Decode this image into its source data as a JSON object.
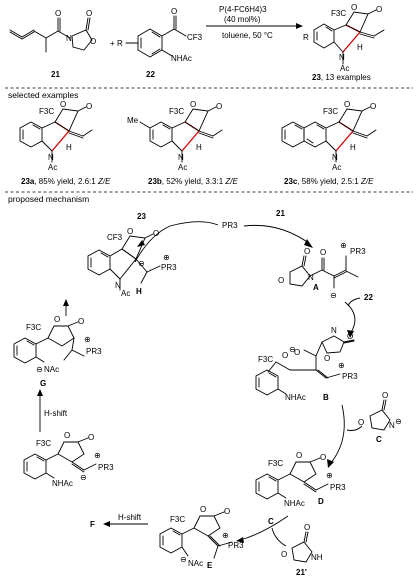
{
  "reaction": {
    "reagent1": "21",
    "reagent2": "22",
    "product": "23",
    "catalyst": "P(4-FC6H4)3",
    "loading": "(40 mol%)",
    "conditions": "toluene, 50 °C",
    "scope": ", 13 examples"
  },
  "sections": {
    "selected": "selected examples",
    "mechanism": "proposed mechanism"
  },
  "examples": [
    {
      "id": "23a",
      "text": ", 85% yield, 2.6:1 ",
      "ratio": "Z/E"
    },
    {
      "id": "23b",
      "text": ", 52% yield, 3.3:1 ",
      "ratio": "Z/E"
    },
    {
      "id": "23c",
      "text": ", 58% yield, 2.5:1 ",
      "ratio": "Z/E"
    }
  ],
  "mechanism": {
    "intermediates": [
      "A",
      "B",
      "C",
      "D",
      "E",
      "F",
      "G"
    ],
    "byproduct": "21'",
    "catalyst": "PR3",
    "steps": [
      "H-shift",
      "H-shift"
    ],
    "inputs": [
      "21",
      "22",
      "23"
    ]
  },
  "atoms": {
    "cf3": "F3C",
    "o": "O",
    "n": "N",
    "h": "H",
    "ac": "Ac",
    "nhac": "NHAc",
    "nac": "NAc",
    "pr3": "PR3",
    "me": "Me",
    "r": "R",
    "cf3r": "CF3",
    "nh": "NH",
    "ominus": "O",
    "plus": "⊕",
    "minus": "⊖"
  }
}
